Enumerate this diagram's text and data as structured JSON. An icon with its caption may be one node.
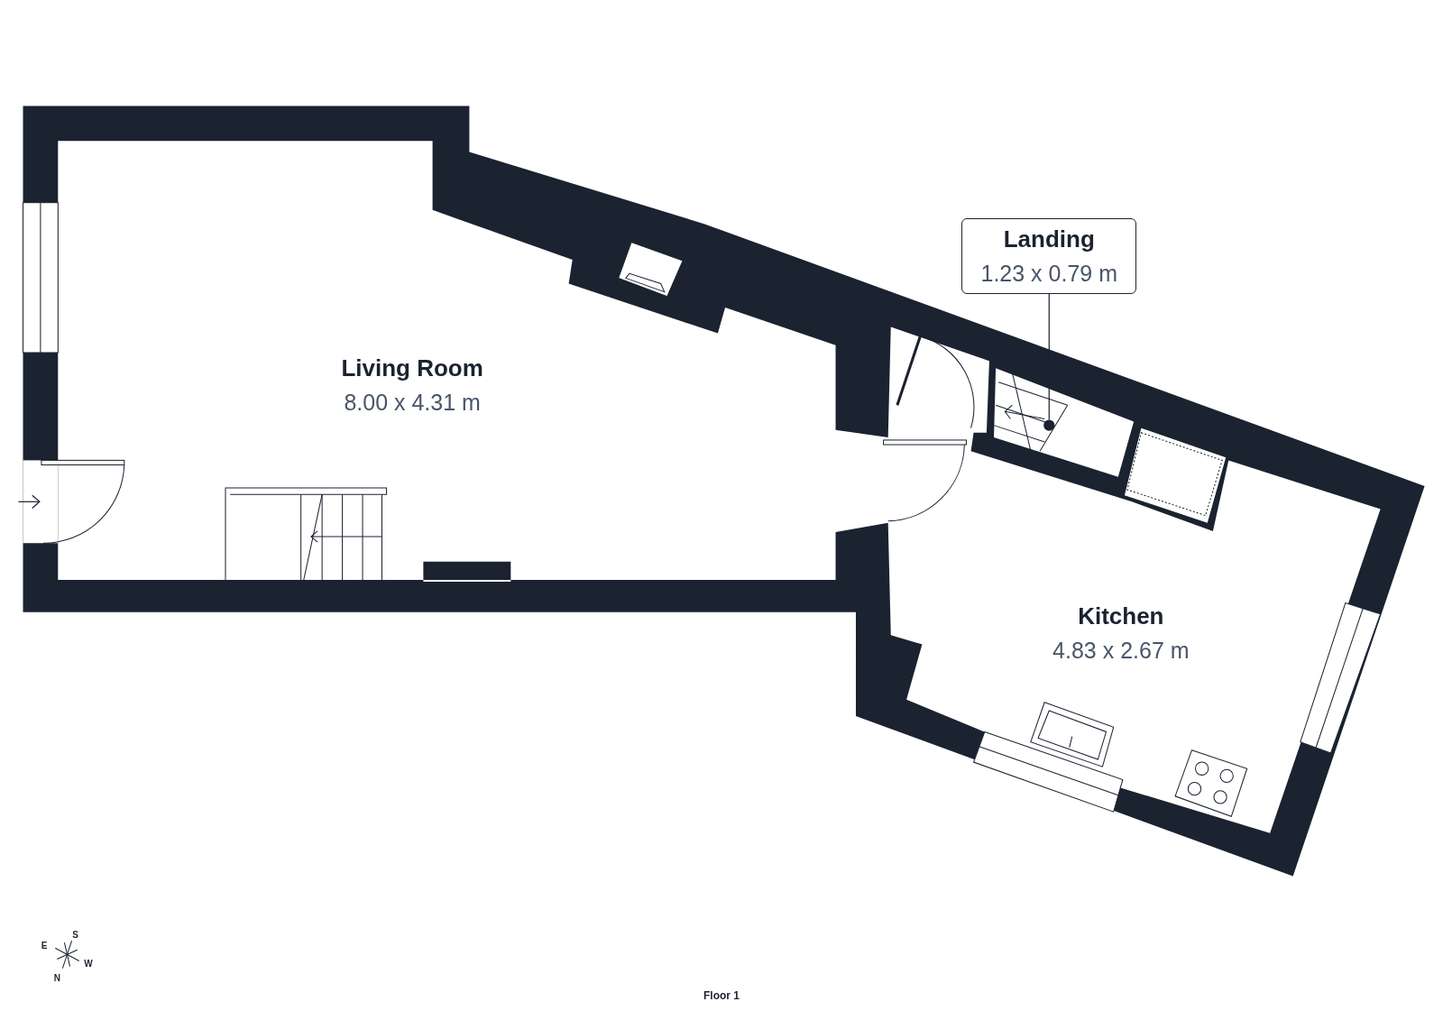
{
  "diagram": {
    "nodes": [
      {
        "text": [
          "Living Room",
          "8.00 x 4.31 m"
        ]
      },
      {
        "text": [
          "Landing",
          "1.23 x 0.79 m"
        ]
      },
      {
        "text": [],
        "shape": "circle"
      },
      {
        "text": [
          "Kitchen",
          "4.83 x 2.67 m"
        ]
      }
    ],
    "edges": [
      {
        "from": 1,
        "to": 2,
        "arrow": "none"
      }
    ],
    "labels": [
      "S",
      "E",
      "W",
      "N",
      "Floor 1"
    ]
  }
}
